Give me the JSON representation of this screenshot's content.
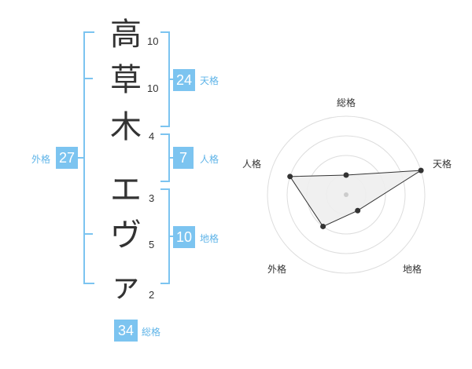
{
  "name": {
    "characters": [
      {
        "char": "高",
        "strokes": "10"
      },
      {
        "char": "草",
        "strokes": "10"
      },
      {
        "char": "木",
        "strokes": "4"
      },
      {
        "char": "エ",
        "strokes": "3"
      },
      {
        "char": "ヴ",
        "strokes": "5"
      },
      {
        "char": "ァ",
        "strokes": "2"
      }
    ]
  },
  "fortune": {
    "tenkaku": {
      "value": "24",
      "label": "天格"
    },
    "jinkaku": {
      "value": "7",
      "label": "人格"
    },
    "chikaku": {
      "value": "10",
      "label": "地格"
    },
    "gaikaku": {
      "value": "27",
      "label": "外格"
    },
    "soukaku": {
      "value": "34",
      "label": "総格"
    }
  },
  "colors": {
    "accent": "#7cc4f0",
    "label": "#5fb4e8",
    "text": "#333333",
    "grid": "#dddddd",
    "fill": "#eeeeee"
  },
  "chart_data": {
    "type": "radar",
    "axes": [
      "総格",
      "天格",
      "地格",
      "外格",
      "人格"
    ],
    "values": [
      0.25,
      1.0,
      0.25,
      0.5,
      0.75
    ],
    "rings": 4,
    "grid": true
  }
}
